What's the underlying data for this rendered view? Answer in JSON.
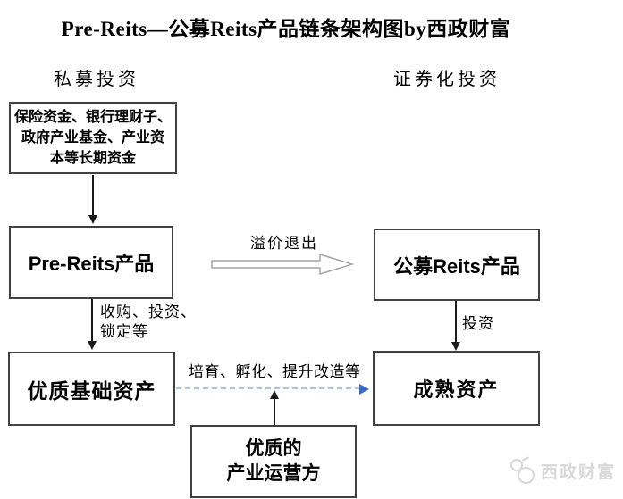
{
  "title": "Pre-Reits—公募Reits产品链条架构图by西政财富",
  "headers": {
    "left": "私募投资",
    "right": "证券化投资"
  },
  "boxes": {
    "capital_sources_lines": [
      "保险资金、银行理财子、",
      "政府产业基金、产业资",
      "本等长期资金"
    ],
    "pre_reits": "Pre-Reits产品",
    "public_reits": "公募Reits产品",
    "quality_assets": "优质基础资产",
    "mature_assets": "成熟资产",
    "operator_line1": "优质的",
    "operator_line2": "产业运营方"
  },
  "labels": {
    "premium_exit": "溢价退出",
    "acquire_line1": "收购、投资、",
    "acquire_line2": "锁定等",
    "invest": "投资",
    "cultivate": "培育、孵化、提升改造等"
  },
  "watermark": {
    "brand": "西政财富"
  },
  "colors": {
    "box_border": "#404040",
    "arrow_black": "#1a1a1a",
    "dashed_blue": "#a9c5ea",
    "arrowhead_blue": "#3a6bc4",
    "hollow_arrow_outline": "#a6a6a6",
    "watermark_gray": "#d8d8d8"
  }
}
